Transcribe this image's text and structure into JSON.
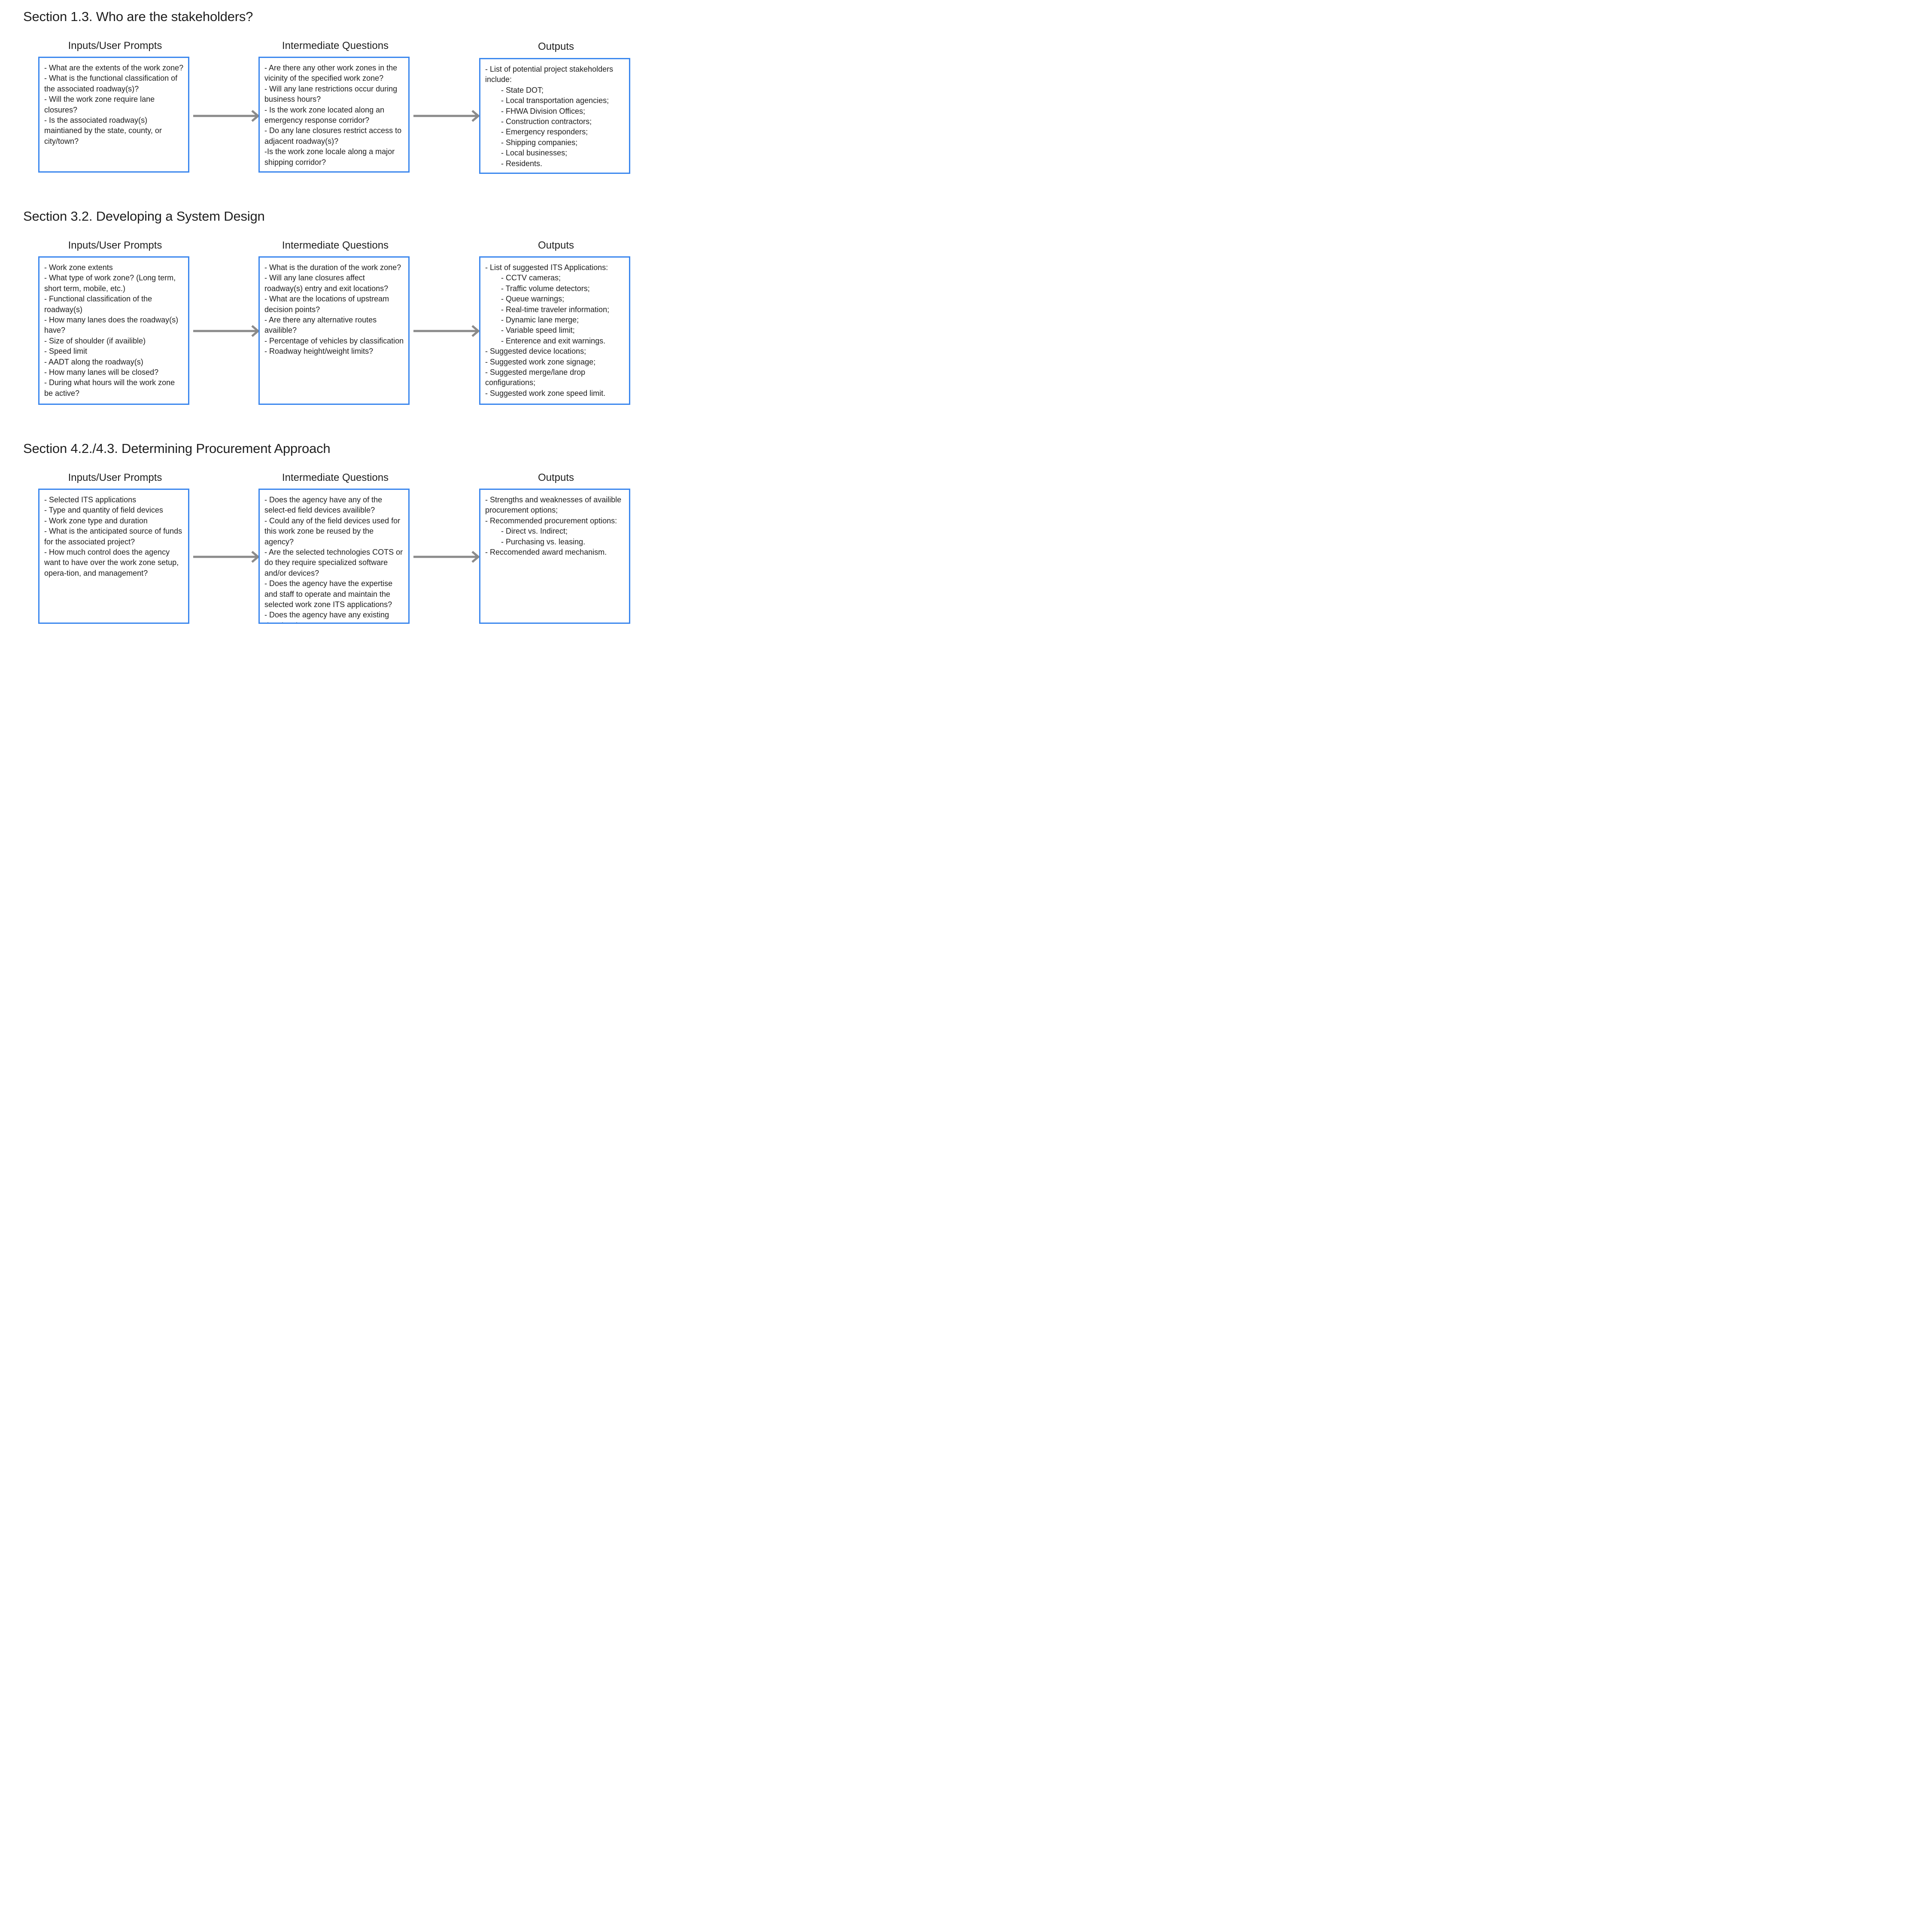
{
  "sections": [
    {
      "title": "Section 1.3. Who are the stakeholders?",
      "columns": [
        {
          "heading": "Inputs/User Prompts",
          "items": [
            {
              "text": "- What are the extents of the work zone?",
              "indent": false
            },
            {
              "text": "- What is the functional classification of the associated roadway(s)?",
              "indent": false
            },
            {
              "text": "- Will the work zone require lane closures?",
              "indent": false
            },
            {
              "text": "- Is the associated roadway(s) maintianed by the state, county, or city/town?",
              "indent": false
            }
          ]
        },
        {
          "heading": "Intermediate Questions",
          "items": [
            {
              "text": "- Are there any other work zones in the vicinity of the specified work zone?",
              "indent": false
            },
            {
              "text": "- Will any lane restrictions occur during business hours?",
              "indent": false
            },
            {
              "text": "- Is the work zone located along an emergency response corridor?",
              "indent": false
            },
            {
              "text": "- Do any lane closures restrict access to adjacent roadway(s)?",
              "indent": false
            },
            {
              "text": "-Is the work zone locale along a major shipping corridor?",
              "indent": false
            }
          ]
        },
        {
          "heading": "Outputs",
          "items": [
            {
              "text": "- List of potential project stakeholders include:",
              "indent": false
            },
            {
              "text": "- State DOT;",
              "indent": true
            },
            {
              "text": "- Local transportation agencies;",
              "indent": true
            },
            {
              "text": "- FHWA Division Offices;",
              "indent": true
            },
            {
              "text": "- Construction contractors;",
              "indent": true
            },
            {
              "text": "- Emergency responders;",
              "indent": true
            },
            {
              "text": "- Shipping companies;",
              "indent": true
            },
            {
              "text": "- Local businesses;",
              "indent": true
            },
            {
              "text": "- Residents.",
              "indent": true
            }
          ]
        }
      ]
    },
    {
      "title": "Section 3.2. Developing a System Design",
      "columns": [
        {
          "heading": "Inputs/User Prompts",
          "items": [
            {
              "text": "- Work zone extents",
              "indent": false
            },
            {
              "text": "- What type of work zone? (Long term, short term, mobile, etc.)",
              "indent": false
            },
            {
              "text": "- Functional classification of the roadway(s)",
              "indent": false
            },
            {
              "text": "- How many lanes does the roadway(s) have?",
              "indent": false
            },
            {
              "text": "- Size of shoulder (if availible)",
              "indent": false
            },
            {
              "text": "- Speed limit",
              "indent": false
            },
            {
              "text": "- AADT along the roadway(s)",
              "indent": false
            },
            {
              "text": "- How many lanes will be closed?",
              "indent": false
            },
            {
              "text": "- During what hours will the work zone be active?",
              "indent": false
            }
          ]
        },
        {
          "heading": "Intermediate Questions",
          "items": [
            {
              "text": "- What is the duration of the work zone?",
              "indent": false
            },
            {
              "text": "- Will any lane closures affect roadway(s) entry and exit locations?",
              "indent": false
            },
            {
              "text": "- What are the locations of upstream decision points?",
              "indent": false
            },
            {
              "text": "- Are there any alternative routes availible?",
              "indent": false
            },
            {
              "text": "- Percentage of vehicles by classification",
              "indent": false
            },
            {
              "text": "- Roadway height/weight limits?",
              "indent": false
            }
          ]
        },
        {
          "heading": "Outputs",
          "items": [
            {
              "text": "- List of suggested ITS Applications:",
              "indent": false
            },
            {
              "text": "- CCTV cameras;",
              "indent": true
            },
            {
              "text": "- Traffic volume detectors;",
              "indent": true
            },
            {
              "text": "- Queue warnings;",
              "indent": true
            },
            {
              "text": "- Real-time traveler information;",
              "indent": true
            },
            {
              "text": "- Dynamic lane merge;",
              "indent": true
            },
            {
              "text": "- Variable speed limit;",
              "indent": true
            },
            {
              "text": "- Enterence and exit warnings.",
              "indent": true
            },
            {
              "text": "- Suggested device locations;",
              "indent": false
            },
            {
              "text": "- Suggested work zone signage;",
              "indent": false
            },
            {
              "text": "- Suggested merge/lane drop configurations;",
              "indent": false
            },
            {
              "text": "- Suggested work zone speed limit.",
              "indent": false
            }
          ]
        }
      ]
    },
    {
      "title": "Section 4.2./4.3. Determining Procurement Approach",
      "columns": [
        {
          "heading": "Inputs/User Prompts",
          "items": [
            {
              "text": "- Selected ITS applications",
              "indent": false
            },
            {
              "text": "- Type and quantity of field devices",
              "indent": false
            },
            {
              "text": "- Work zone type and duration",
              "indent": false
            },
            {
              "text": "- What is the anticipated source of funds for the associated project?",
              "indent": false
            },
            {
              "text": "- How much control does the agency want to have over the work zone setup, opera-tion, and management?",
              "indent": false
            }
          ]
        },
        {
          "heading": "Intermediate Questions",
          "items": [
            {
              "text": "- Does the agency have any of the select-ed field devices availible?",
              "indent": false
            },
            {
              "text": "- Could any of the field devices used for this work zone be reused by the agency?",
              "indent": false
            },
            {
              "text": "- Are the selected technologies COTS or do they require specialized software and/or devices?",
              "indent": false
            },
            {
              "text": "- Does the agency have the expertise and staff to operate and maintain the selected work zone ITS applications?",
              "indent": false
            },
            {
              "text": "- Does the agency have any existing data leasing agreements?",
              "indent": false
            }
          ]
        },
        {
          "heading": "Outputs",
          "items": [
            {
              "text": "- Strengths and weaknesses of availible procurement options;",
              "indent": false
            },
            {
              "text": "- Recommended procurement options:",
              "indent": false
            },
            {
              "text": "- Direct vs. Indirect;",
              "indent": true
            },
            {
              "text": "- Purchasing vs. leasing.",
              "indent": true
            },
            {
              "text": "- Reccomended award mechanism.",
              "indent": false
            }
          ]
        }
      ]
    }
  ],
  "colors": {
    "box_border": "#3b87ee",
    "arrow": "#8a8a8a",
    "text": "#1f1f1f"
  }
}
